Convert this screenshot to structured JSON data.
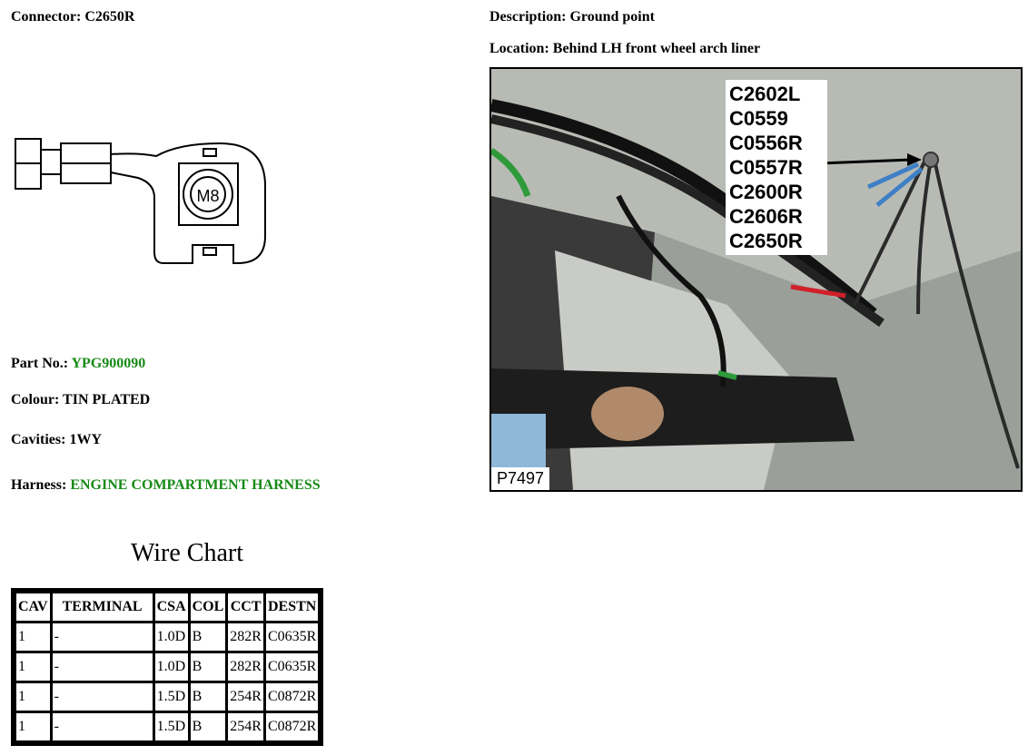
{
  "connector": {
    "label": "Connector:",
    "value": "C2650R"
  },
  "description": {
    "label": "Description:",
    "value": "Ground point"
  },
  "location": {
    "label": "Location:",
    "value": "Behind LH front wheel arch liner"
  },
  "diagram": {
    "stud_label": "M8"
  },
  "part": {
    "label": "Part No.:",
    "value": "YPG900090",
    "value_color": "#178a17"
  },
  "colour": {
    "label": "Colour:",
    "value": "TIN PLATED"
  },
  "cavities": {
    "label": "Cavities:",
    "value": "1WY"
  },
  "harness": {
    "label": "Harness:",
    "value": "ENGINE COMPARTMENT HARNESS",
    "value_color": "#178a17"
  },
  "wire_chart": {
    "title": "Wire Chart",
    "headers": [
      "CAV",
      "TERMINAL",
      "CSA",
      "COL",
      "CCT",
      "DESTN"
    ],
    "rows": [
      [
        "1",
        "-",
        "1.0D",
        "B",
        "282R",
        "C0635R"
      ],
      [
        "1",
        "-",
        "1.0D",
        "B",
        "282R",
        "C0635R"
      ],
      [
        "1",
        "-",
        "1.5D",
        "B",
        "254R",
        "C0872R"
      ],
      [
        "1",
        "-",
        "1.5D",
        "B",
        "254R",
        "C0872R"
      ]
    ]
  },
  "photo": {
    "callout_connectors": [
      "C2602L",
      "C0559",
      "C0556R",
      "C0557R",
      "C2600R",
      "C2606R",
      "C2650R"
    ],
    "code": "P7497"
  }
}
